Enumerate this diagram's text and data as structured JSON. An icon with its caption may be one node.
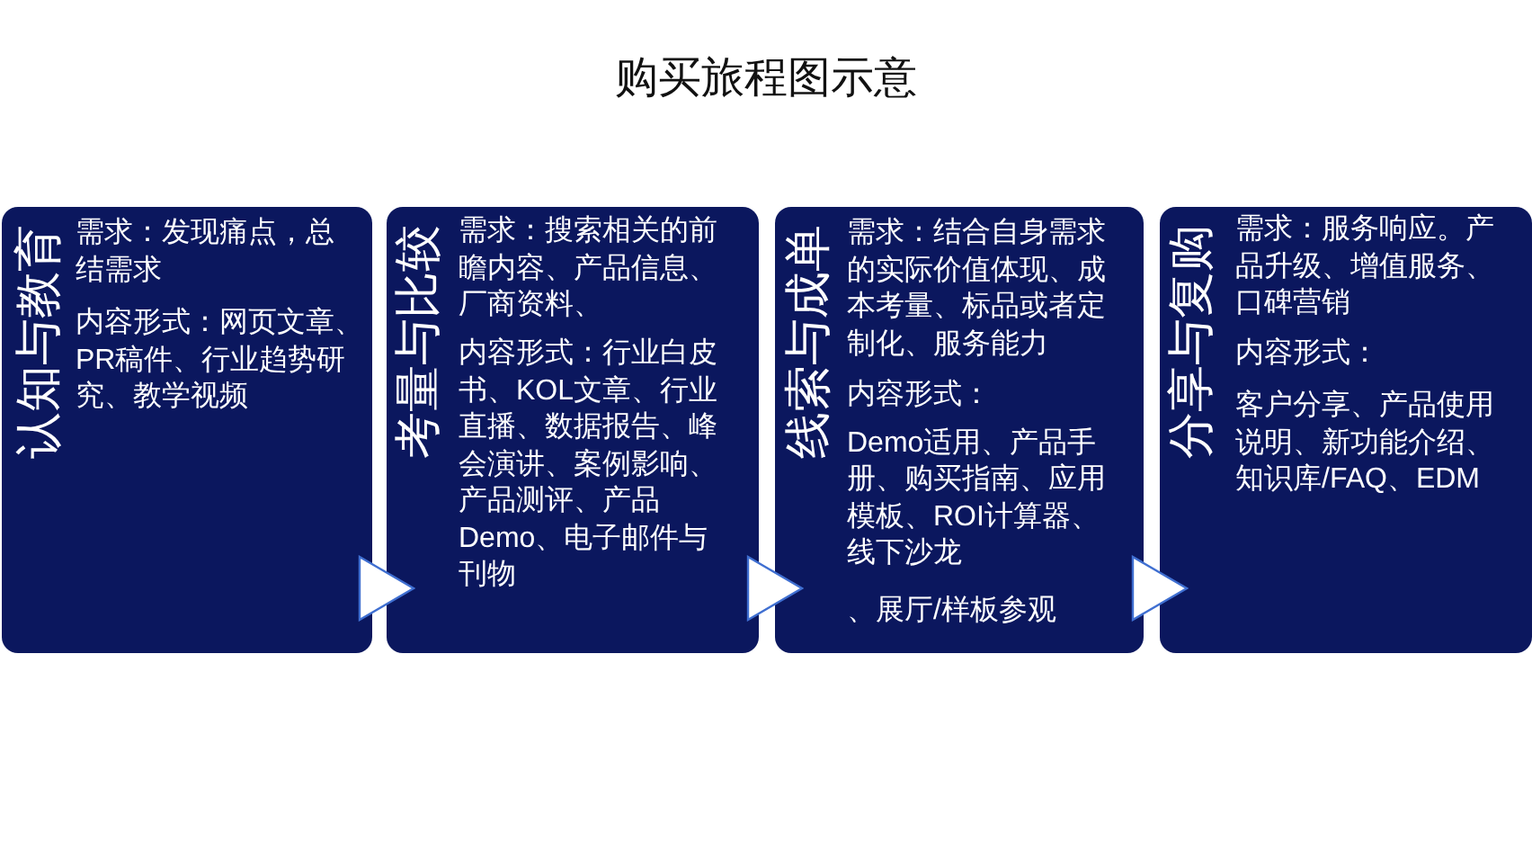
{
  "diagram": {
    "title": "购买旅程图示意",
    "nodes": [
      {
        "text": [
          "认知与教育",
          "需求：发现痛点，总结需求",
          "内容形式：网页文章、PR稿件、行业趋势研究、教学视频"
        ]
      },
      {
        "text": [
          "考量与比较",
          "需求：搜索相关的前瞻内容、产品信息、厂商资料、",
          "内容形式：行业白皮书、KOL文章、行业直播、数据报告、峰会演讲、案例影响、产品测评、产品Demo、电子邮件与刊物"
        ]
      },
      {
        "text": [
          "线索与成单",
          "需求：结合自身需求的实际价值体现、成本考量、标品或者定制化、服务能力",
          "内容形式：",
          "Demo适用、产品手册、购买指南、应用模板、ROI计算器、线下沙龙",
          "、展厅/样板参观"
        ]
      },
      {
        "text": [
          "分享与复购",
          "需求：服务响应。产品升级、增值服务、口碑营销",
          "内容形式：",
          "客户分享、产品使用说明、新功能介绍、知识库/FAQ、EDM"
        ]
      }
    ],
    "edges": [
      {
        "from": 0,
        "to": 1,
        "arrow": "to"
      },
      {
        "from": 1,
        "to": 2,
        "arrow": "to"
      },
      {
        "from": 2,
        "to": 3,
        "arrow": "to"
      }
    ]
  }
}
